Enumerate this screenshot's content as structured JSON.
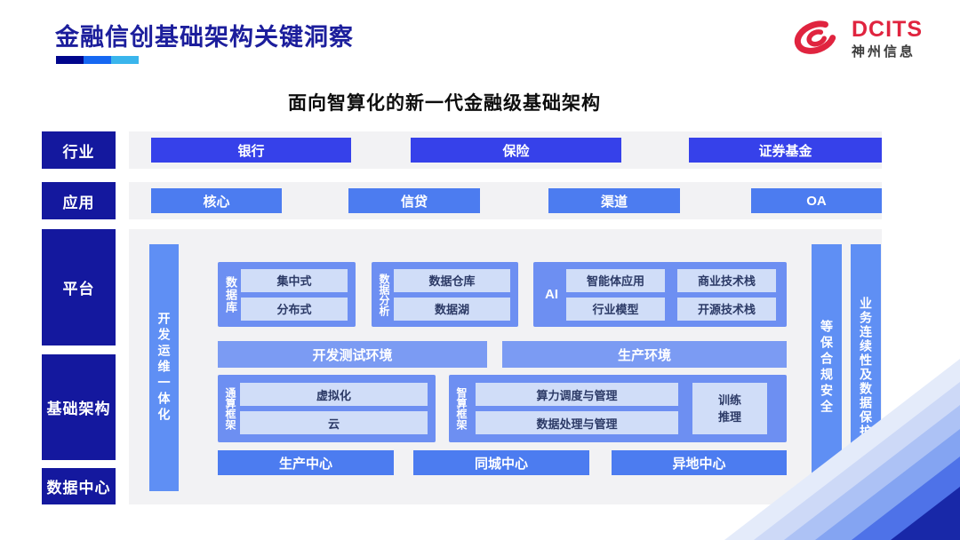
{
  "header": {
    "title": "金融信创基础架构关键洞察",
    "logo_brand": "DCITS",
    "logo_company": "神州信息"
  },
  "subtitle": "面向智算化的新一代金融级基础架构",
  "row_labels": {
    "industry": "行业",
    "application": "应用",
    "platform": "平台",
    "infrastructure": "基础架构",
    "datacenter": "数据中心"
  },
  "industry": {
    "items": [
      "银行",
      "保险",
      "证券基金"
    ]
  },
  "application": {
    "items": [
      "核心",
      "信贷",
      "渠道",
      "OA"
    ]
  },
  "platform": {
    "devops_vertical": "开发运维一体化",
    "database": {
      "label": "数据库",
      "items": [
        "集中式",
        "分布式"
      ]
    },
    "data_analysis": {
      "label": "数据分析",
      "items": [
        "数据仓库",
        "数据湖"
      ]
    },
    "ai": {
      "label": "AI",
      "items": [
        "智能体应用",
        "商业技术栈",
        "行业模型",
        "开源技术栈"
      ]
    },
    "environments": [
      "开发测试环境",
      "生产环境"
    ],
    "general_framework": {
      "label": "通算框架",
      "items": [
        "虚拟化",
        "云"
      ]
    },
    "intelligent_framework": {
      "label": "智算框架",
      "items": [
        "算力调度与管理",
        "数据处理与管理"
      ],
      "side_box_lines": [
        "训练",
        "推理"
      ]
    },
    "centers": [
      "生产中心",
      "同城中心",
      "异地中心"
    ],
    "security_vertical": "等保合规安全",
    "continuity_vertical": "业务连续性及数据保护"
  },
  "colors": {
    "title_navy": "#1c1e9c",
    "label_navy": "#14189e",
    "industry_blue": "#3641ea",
    "app_blue": "#4c7cf0",
    "bar_blue": "#5f8ff4",
    "group_blue": "#6d8ff2",
    "inner_light": "#d0ddf8",
    "panel_gray": "#f2f2f4",
    "brand_red": "#e0243f"
  }
}
